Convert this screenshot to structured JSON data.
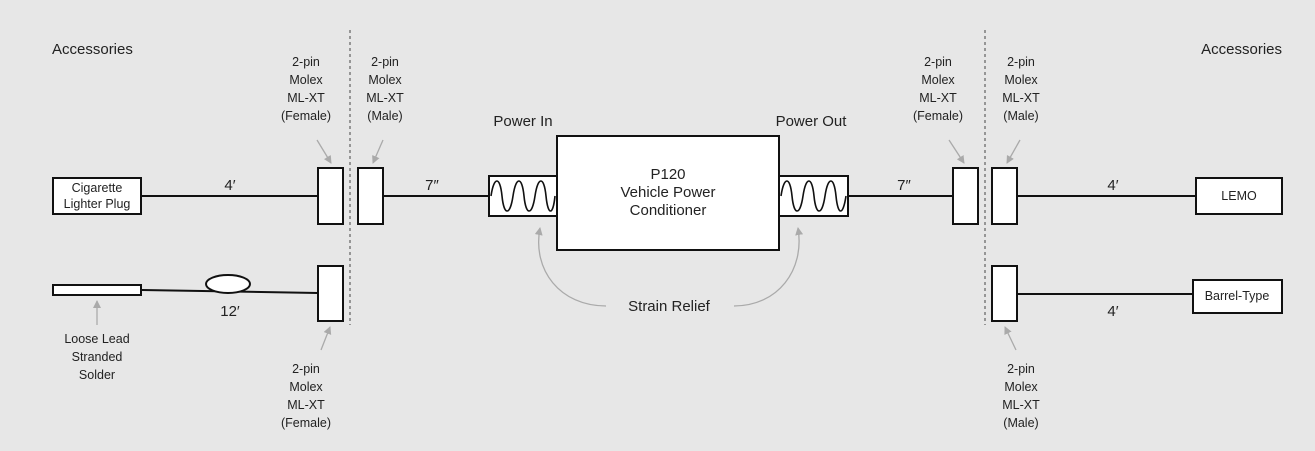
{
  "accessories_left": "Accessories",
  "accessories_right": "Accessories",
  "connectors": {
    "left_female_top": [
      "2-pin",
      "Molex",
      "ML-XT",
      "(Female)"
    ],
    "left_male_top": [
      "2-pin",
      "Molex",
      "ML-XT",
      "(Male)"
    ],
    "left_female_bottom": [
      "2-pin",
      "Molex",
      "ML-XT",
      "(Female)"
    ],
    "right_female_top": [
      "2-pin",
      "Molex",
      "ML-XT",
      "(Female)"
    ],
    "right_male_top": [
      "2-pin",
      "Molex",
      "ML-XT",
      "(Male)"
    ],
    "right_male_bottom": [
      "2-pin",
      "Molex",
      "ML-XT",
      "(Male)"
    ]
  },
  "power_in": "Power In",
  "power_out": "Power Out",
  "conditioner": [
    "P120",
    "Vehicle Power",
    "Conditioner"
  ],
  "cigarette_plug": [
    "Cigarette",
    "Lighter Plug"
  ],
  "loose_lead": [
    "Loose Lead",
    "Stranded",
    "Solder"
  ],
  "lemo": "LEMO",
  "barrel": "Barrel-Type",
  "strain_relief": "Strain Relief",
  "lengths": {
    "left_top": "4′",
    "left_bottom": "12′",
    "left_center": "7″",
    "right_center": "7″",
    "right_top": "4′",
    "right_bottom": "4′"
  }
}
